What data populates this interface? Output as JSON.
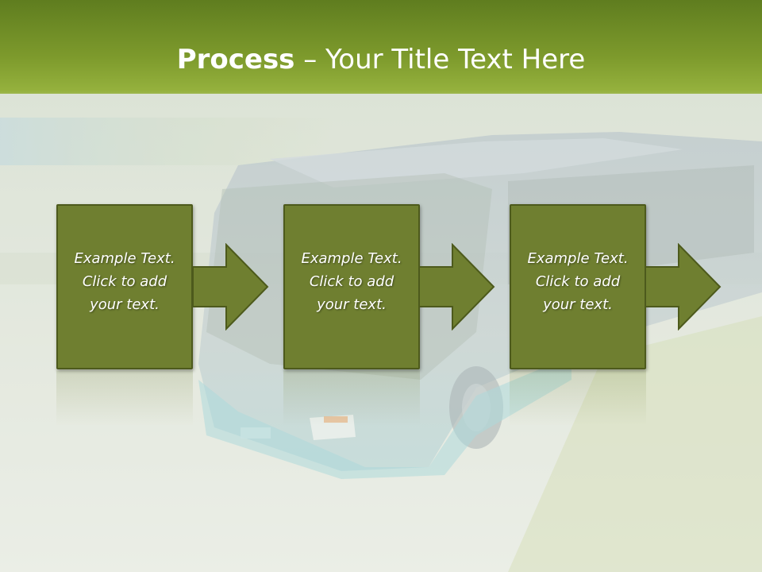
{
  "title": {
    "bold": "Process",
    "rest": " – Your Title Text Here"
  },
  "steps": [
    {
      "text": "Example Text.\nClick  to add\nyour text."
    },
    {
      "text": "Example Text.\nClick  to add\nyour text."
    },
    {
      "text": "Example Text.\nClick  to add\nyour text."
    }
  ],
  "colors": {
    "header": "#7d9a2c",
    "box": "#6f7f30",
    "box_border": "#4d5a1c"
  },
  "background_image": "motion-blurred bus on road"
}
